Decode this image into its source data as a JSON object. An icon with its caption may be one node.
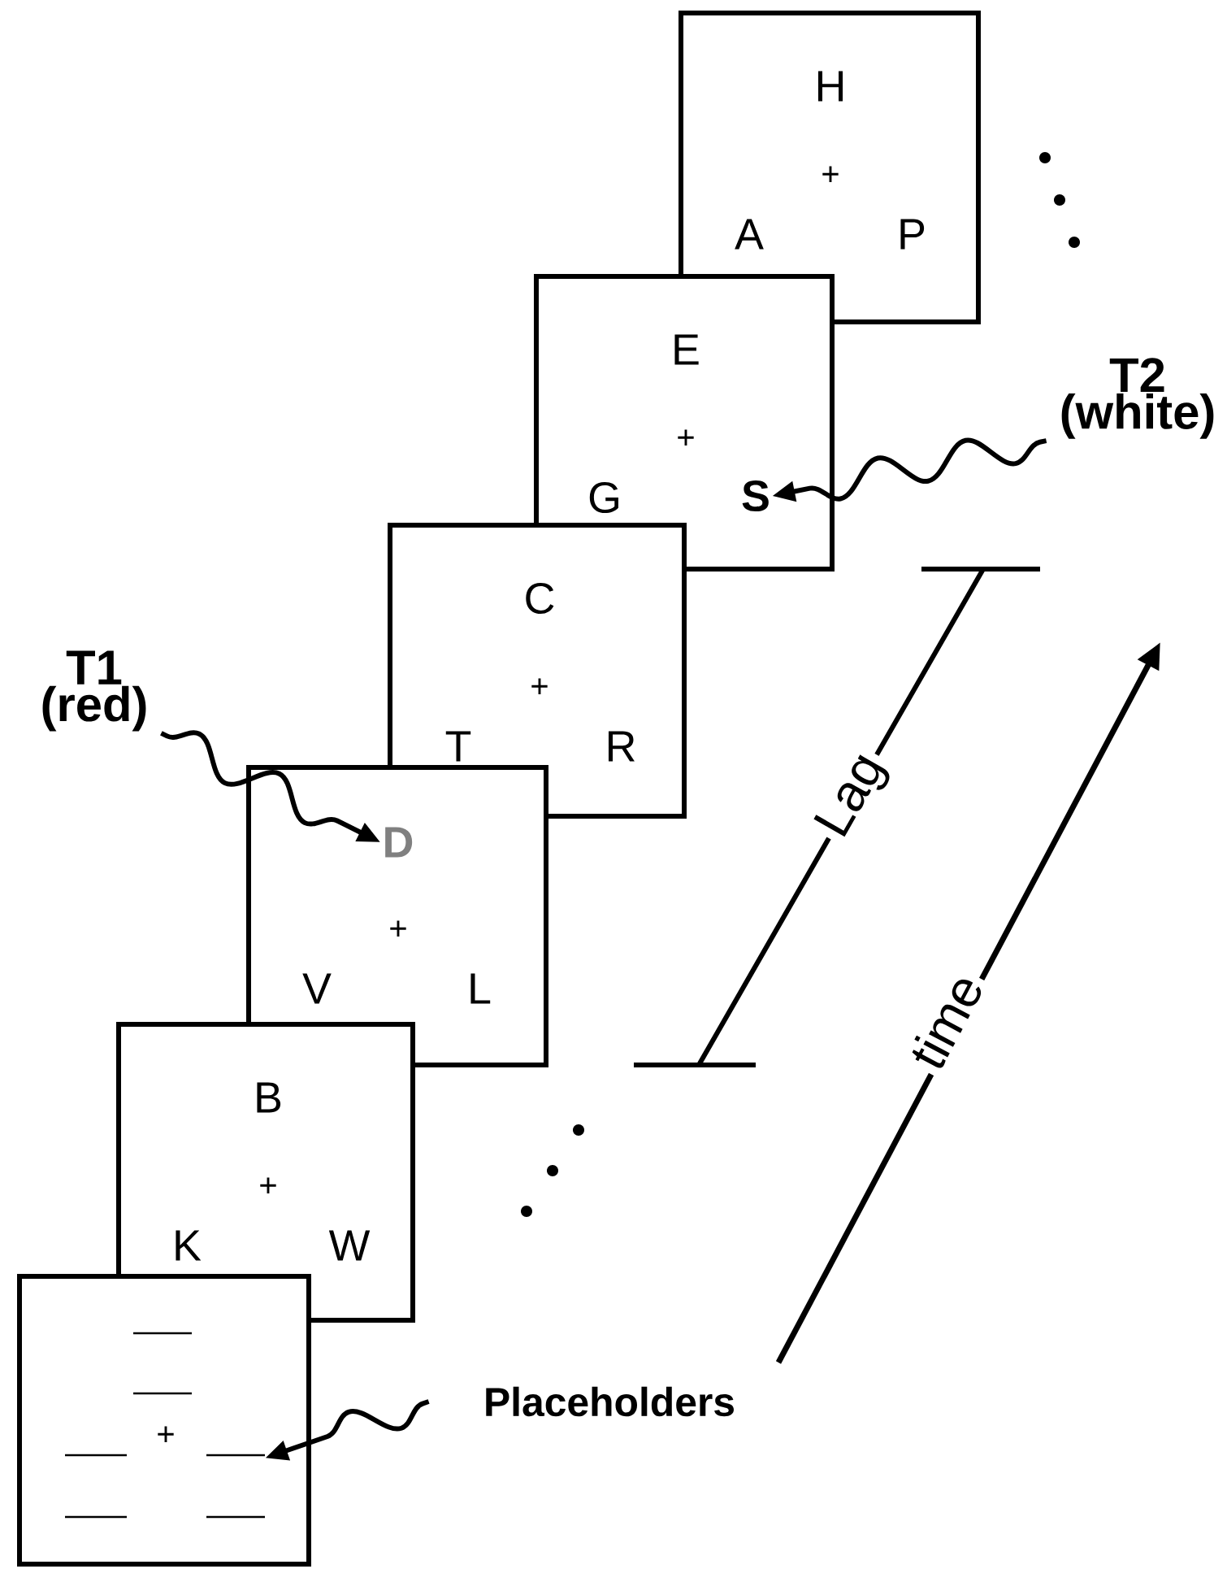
{
  "diagram": {
    "nodes": [
      {
        "text": [
          "H",
          "+",
          "A",
          "P"
        ]
      },
      {
        "text": [
          "T2 (white)"
        ]
      },
      {
        "text": [
          "E",
          "+",
          "G"
        ]
      },
      {
        "text": [
          "S"
        ],
        "in": 2
      },
      {
        "text": [
          "C",
          "+",
          "T",
          "R"
        ]
      },
      {
        "text": [
          "T1 (red)"
        ]
      },
      {
        "text": [
          "+",
          "V",
          "L"
        ]
      },
      {
        "text": [
          "D"
        ],
        "in": 6
      },
      {
        "text": [
          "B",
          "+",
          "K",
          "W"
        ]
      },
      {
        "text": [
          "+"
        ]
      },
      {
        "text": [],
        "shape": "bar",
        "in": 9
      },
      {
        "text": [
          "Placeholders"
        ]
      }
    ],
    "edges": [
      {
        "from": 1,
        "to": 3,
        "arrow": "to"
      },
      {
        "from": 5,
        "to": 7,
        "arrow": "to"
      },
      {
        "from": 11,
        "to": 10,
        "arrow": "to"
      }
    ],
    "labels": [
      "Lag",
      "time"
    ]
  }
}
